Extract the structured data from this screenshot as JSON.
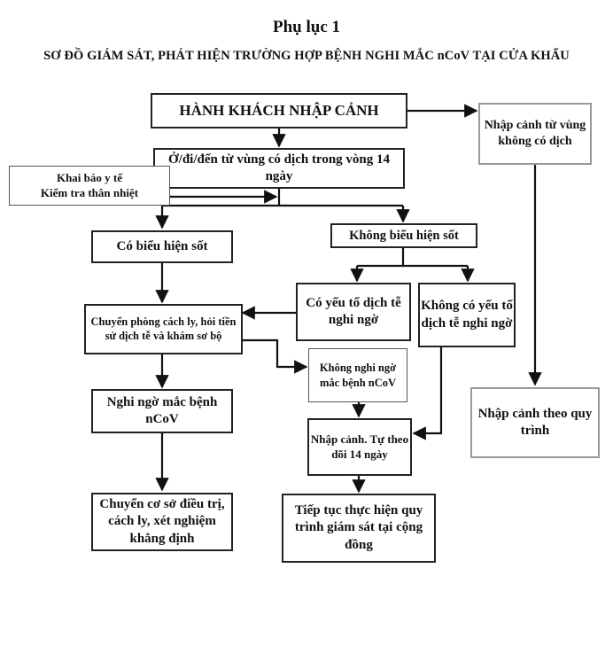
{
  "header": {
    "title": "Phụ lục 1",
    "subtitle": "SƠ ĐỒ GIÁM SÁT, PHÁT HIỆN TRƯỜNG HỢP BỆNH NGHI MẮC nCoV TẠI CỬA KHẨU"
  },
  "nodes": {
    "hanh_khach": "HÀNH KHÁCH NHẬP CẢNH",
    "vung_khong_dich": "Nhập cảnh từ vùng không có dịch",
    "o_di_den": "Ở/đi/đến từ vùng có dịch trong vòng 14 ngày",
    "khai_bao": "Khai báo y tế\nKiểm tra thân nhiệt",
    "co_bieu_hien_sot": "Có biểu hiện sốt",
    "khong_bieu_hien_sot": "Không biểu hiện sốt",
    "co_yeu_to": "Có yếu tố dịch tễ nghi ngờ",
    "khong_co_yeu_to": "Không có yếu tố dịch tễ nghi ngờ",
    "chuyen_phong": "Chuyển phòng cách ly, hỏi tiền sử dịch tễ và khám sơ bộ",
    "khong_nghi_ngo": "Không nghi ngờ mắc bệnh nCoV",
    "nghi_ngo": "Nghi ngờ mắc bệnh nCoV",
    "nhap_canh_theo_doi": "Nhập cảnh. Tự theo dõi 14 ngày",
    "nhap_canh_quy_trinh": "Nhập cảnh theo quy trình",
    "chuyen_co_so": "Chuyển cơ sở điều trị, cách ly, xét nghiệm khẳng định",
    "tiep_tuc": "Tiếp tục thực hiện quy trình giám sát tại cộng đồng"
  }
}
